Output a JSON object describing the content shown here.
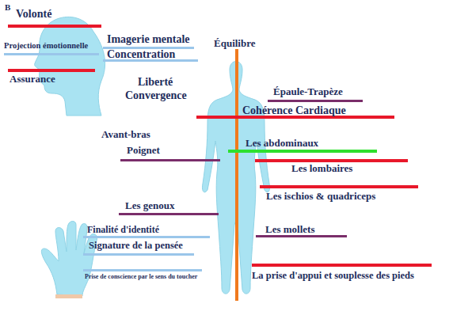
{
  "diagram": {
    "labels": [
      "B",
      "Volonté",
      "Projection émotionnelle",
      "Imagerie mentale",
      "Concentration",
      "Équilibre",
      "Assurance",
      "Liberté",
      "Convergence",
      "Épaule-Trapèze",
      "Cohérence Cardiaque",
      "Avant-bras",
      "Poignet",
      "Les abdominaux",
      "Les lombaires",
      "Les ischios & quadriceps",
      "Les genoux",
      "Finalité d'identité",
      "Les mollets",
      "Signature de la pensée",
      "Prise de conscience par le sens du toucher",
      "La prise d'appui et souplesse des pieds"
    ]
  }
}
